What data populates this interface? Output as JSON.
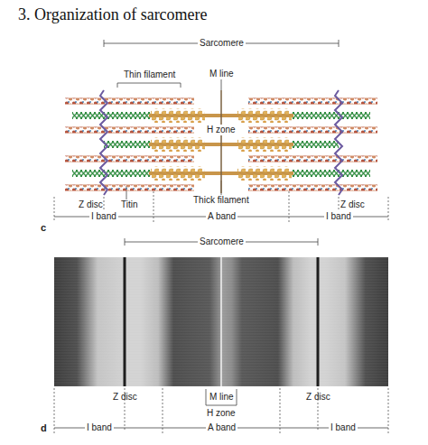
{
  "diagram": {
    "title": "3. Organization of sarcomere",
    "labels": [
      "Sarcomere",
      "Thin filament",
      "M line",
      "H zone",
      "Z disc",
      "Titin",
      "Thick filament",
      "Z disc",
      "I band",
      "A band",
      "I band",
      "c",
      "Sarcomere",
      "Z disc",
      "M line",
      "Z disc",
      "H zone",
      "I band",
      "A band",
      "I band",
      "d"
    ]
  }
}
